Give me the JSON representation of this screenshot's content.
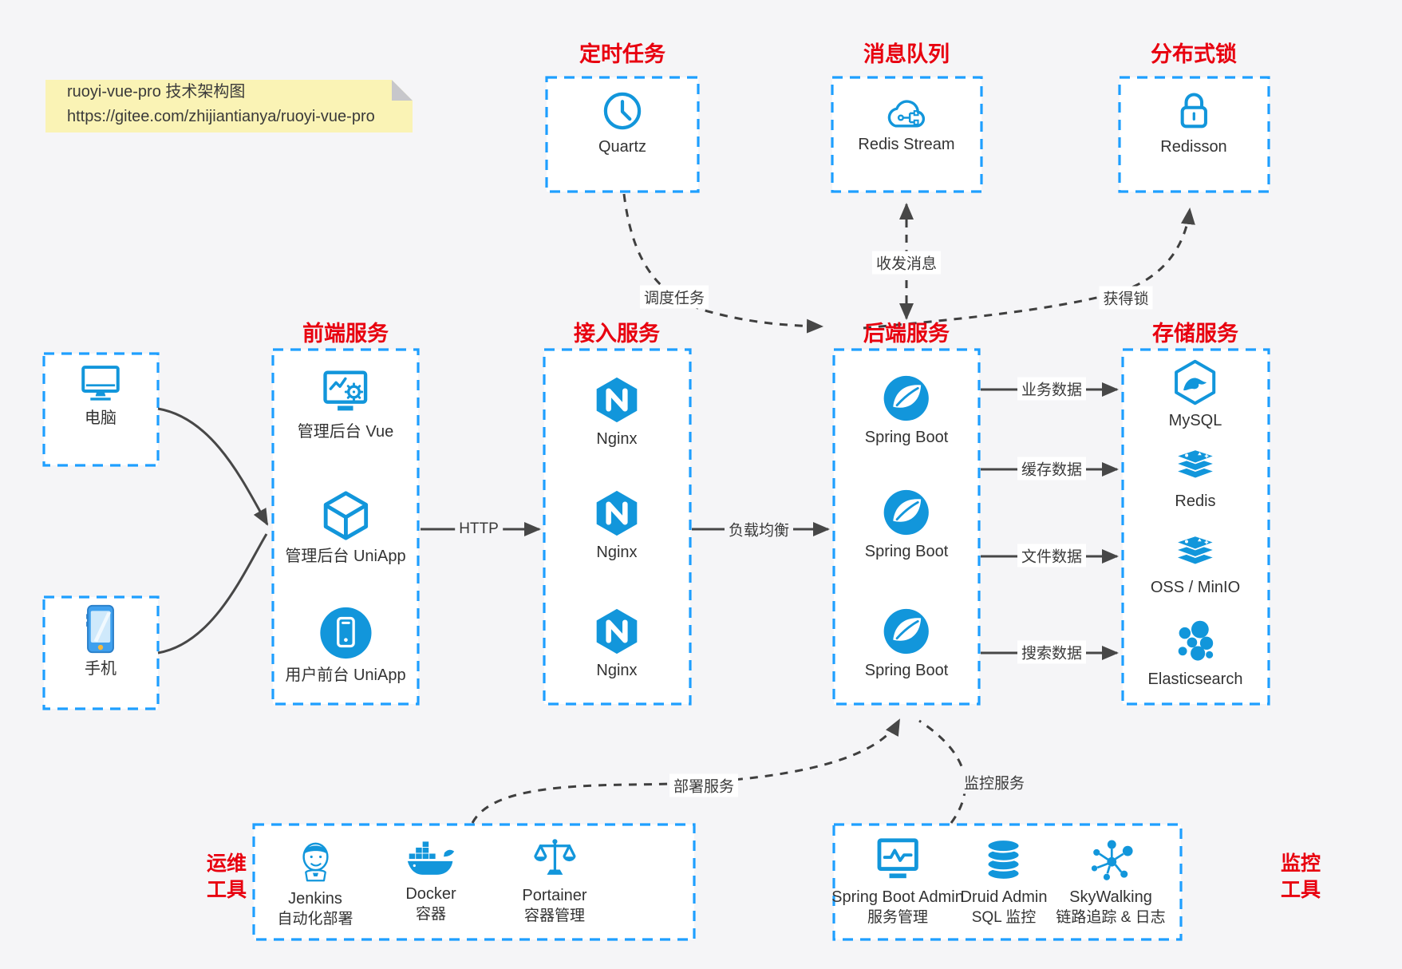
{
  "note": {
    "line1": "ruoyi-vue-pro 技术架构图",
    "line2": "https://gitee.com/zhijiantianya/ruoyi-vue-pro"
  },
  "colors": {
    "page_bg": "#f5f5f7",
    "box_border_blue": "#1e9fff",
    "icon_blue": "#1296db",
    "title_red": "#e8000f",
    "arrow_gray": "#474747",
    "note_yellow": "#faf3b5"
  },
  "sections": {
    "scheduler": {
      "title": "定时任务",
      "items": [
        {
          "icon": "clock-icon",
          "label": "Quartz"
        }
      ]
    },
    "mq": {
      "title": "消息队列",
      "items": [
        {
          "icon": "cloud-queue-icon",
          "label": "Redis Stream"
        }
      ]
    },
    "lock": {
      "title": "分布式锁",
      "items": [
        {
          "icon": "padlock-icon",
          "label": "Redisson"
        }
      ]
    },
    "frontend": {
      "title": "前端服务",
      "items": [
        {
          "icon": "admin-dashboard-icon",
          "label": "管理后台 Vue"
        },
        {
          "icon": "uniapp-cube-icon",
          "label": "管理后台 UniApp"
        },
        {
          "icon": "mobile-app-icon",
          "label": "用户前台 UniApp"
        }
      ]
    },
    "gateway": {
      "title": "接入服务",
      "items": [
        {
          "icon": "nginx-icon",
          "label": "Nginx"
        },
        {
          "icon": "nginx-icon",
          "label": "Nginx"
        },
        {
          "icon": "nginx-icon",
          "label": "Nginx"
        }
      ]
    },
    "backend": {
      "title": "后端服务",
      "items": [
        {
          "icon": "spring-leaf-icon",
          "label": "Spring Boot"
        },
        {
          "icon": "spring-leaf-icon",
          "label": "Spring Boot"
        },
        {
          "icon": "spring-leaf-icon",
          "label": "Spring Boot"
        }
      ]
    },
    "storage": {
      "title": "存储服务",
      "items": [
        {
          "icon": "mysql-dolphin-icon",
          "label": "MySQL"
        },
        {
          "icon": "redis-stack-icon",
          "label": "Redis"
        },
        {
          "icon": "storage-stack-icon",
          "label": "OSS / MinIO"
        },
        {
          "icon": "elasticsearch-icon",
          "label": "Elasticsearch"
        }
      ]
    },
    "clients": {
      "items": [
        {
          "icon": "desktop-icon",
          "label": "电脑"
        },
        {
          "icon": "smartphone-icon",
          "label": "手机"
        }
      ]
    },
    "ops": {
      "label_line1": "运维",
      "label_line2": "工具",
      "items": [
        {
          "icon": "jenkins-icon",
          "name": "Jenkins",
          "desc": "自动化部署"
        },
        {
          "icon": "docker-whale-icon",
          "name": "Docker",
          "desc": "容器"
        },
        {
          "icon": "scales-icon",
          "name": "Portainer",
          "desc": "容器管理"
        }
      ]
    },
    "monitoring": {
      "label_line1": "监控",
      "label_line2": "工具",
      "items": [
        {
          "icon": "monitor-chart-icon",
          "name": "Spring Boot Admin",
          "desc": "服务管理"
        },
        {
          "icon": "database-icon",
          "name": "Druid Admin",
          "desc": "SQL 监控"
        },
        {
          "icon": "node-graph-icon",
          "name": "SkyWalking",
          "desc": "链路追踪 & 日志"
        }
      ]
    }
  },
  "edges": {
    "http": "HTTP",
    "load_balance": "负载均衡",
    "business_data": "业务数据",
    "cache_data": "缓存数据",
    "file_data": "文件数据",
    "search_data": "搜索数据",
    "schedule_task": "调度任务",
    "send_receive_message": "收发消息",
    "acquire_lock": "获得锁",
    "deploy_service": "部署服务",
    "monitor_service": "监控服务"
  }
}
